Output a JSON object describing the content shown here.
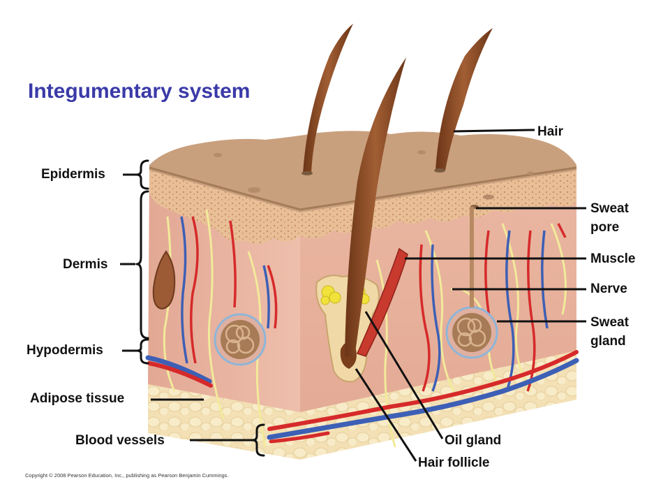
{
  "title": "Integumentary system",
  "labels": {
    "epidermis": "Epidermis",
    "dermis": "Dermis",
    "hypodermis": "Hypodermis",
    "adipose_tissue": "Adipose tissue",
    "blood_vessels": "Blood vessels",
    "hair": "Hair",
    "sweat_pore": [
      "Sweat",
      "pore"
    ],
    "muscle": "Muscle",
    "nerve": "Nerve",
    "sweat_gland": [
      "Sweat",
      "gland"
    ],
    "oil_gland": "Oil gland",
    "hair_follicle": "Hair follicle"
  },
  "copyright": "Copyright © 2008 Pearson Education, Inc., publishing as Pearson Benjamin Cummings.",
  "colors": {
    "title": "#3a3aa8",
    "skin_surface": "#c9a07e",
    "dermis": "#e8b3a0",
    "hypodermis": "#f1d9a6",
    "artery": "#d62a2a",
    "vein": "#3d5fb5",
    "nerve": "#f2ea9a",
    "hair": "#8a4a24",
    "oil_gland": "#f0e23a",
    "sweat_gland": "#a77b55"
  }
}
